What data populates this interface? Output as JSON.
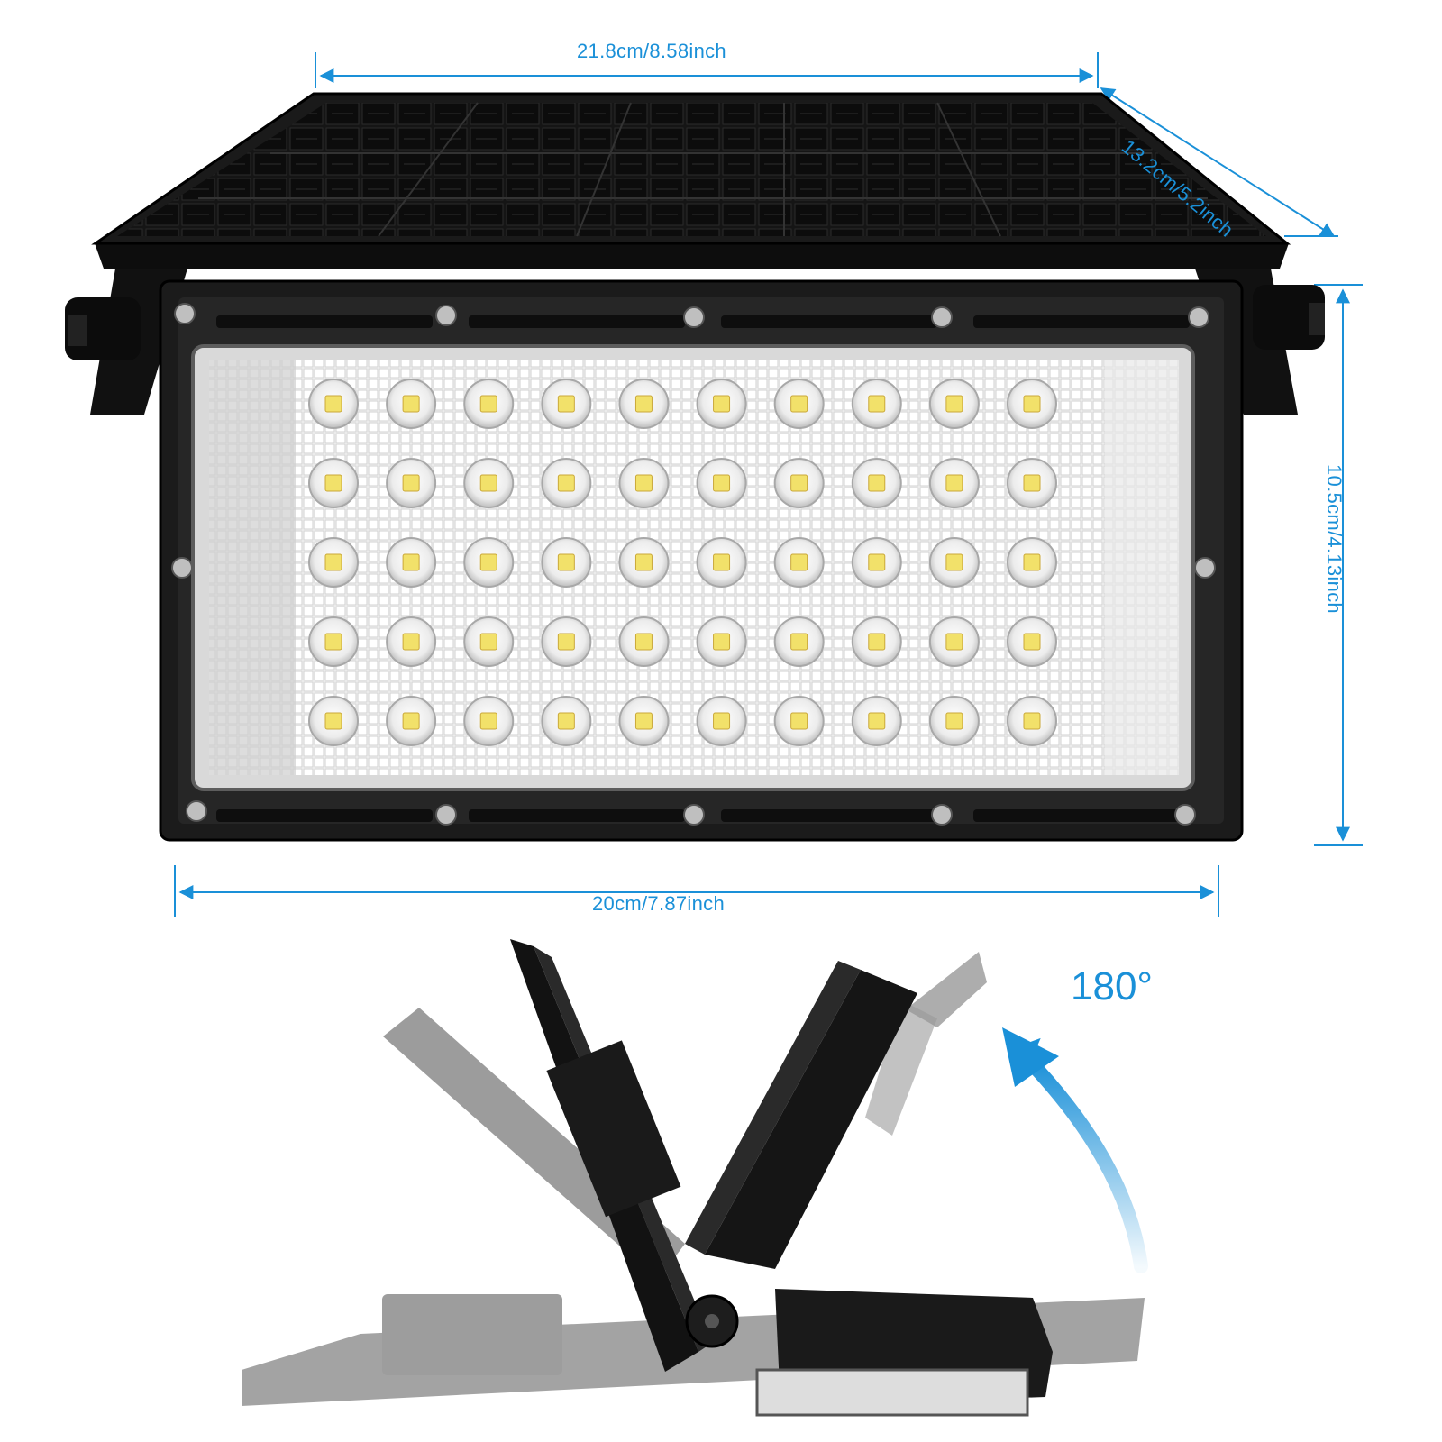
{
  "dimensions": {
    "panel_width": "21.8cm/8.58inch",
    "panel_depth": "13.2cm/5.2inch",
    "lamp_height": "10.5cm/4.13inch",
    "lamp_width": "20cm/7.87inch"
  },
  "rotation": {
    "label": "180°"
  },
  "led_grid": {
    "rows": 5,
    "cols": 10
  },
  "colors": {
    "accent": "#1a90d8",
    "panel": "#111111",
    "lamp_body": "#1b1b1b",
    "led_lens": "#f4f4f4",
    "led_chip": "#f2e16a"
  }
}
